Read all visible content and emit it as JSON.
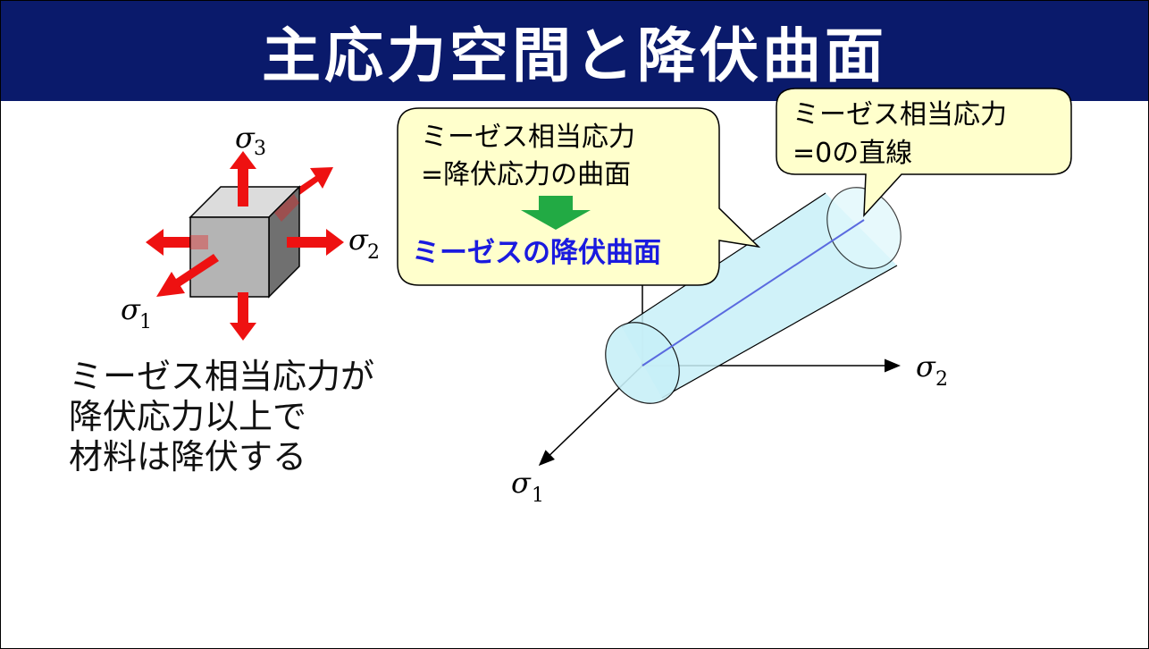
{
  "title": "主応力空間と降伏曲面",
  "cube_labels": {
    "sigma3": "σ3",
    "sigma2": "σ2",
    "sigma1": "σ1"
  },
  "body_lines": [
    "ミーゼス相当応力が",
    "降伏応力以上で",
    "材料は降伏する"
  ],
  "callout_left": {
    "line1": "ミーゼス相当応力",
    "line2": "=降伏応力の曲面",
    "highlight": "ミーゼスの降伏曲面"
  },
  "callout_right": {
    "line1": "ミーゼス相当応力",
    "line2": "=0の直線"
  },
  "axis_labels": {
    "sigma2": "σ2",
    "sigma1": "σ1"
  },
  "colors": {
    "title_bg": "#0a1a6b",
    "callout_bg": "#ffffcc",
    "highlight": "#1a1adf",
    "arrow_red": "#ee1111",
    "green_arrow": "#22aa44",
    "cylinder": "#c8f0f8"
  }
}
